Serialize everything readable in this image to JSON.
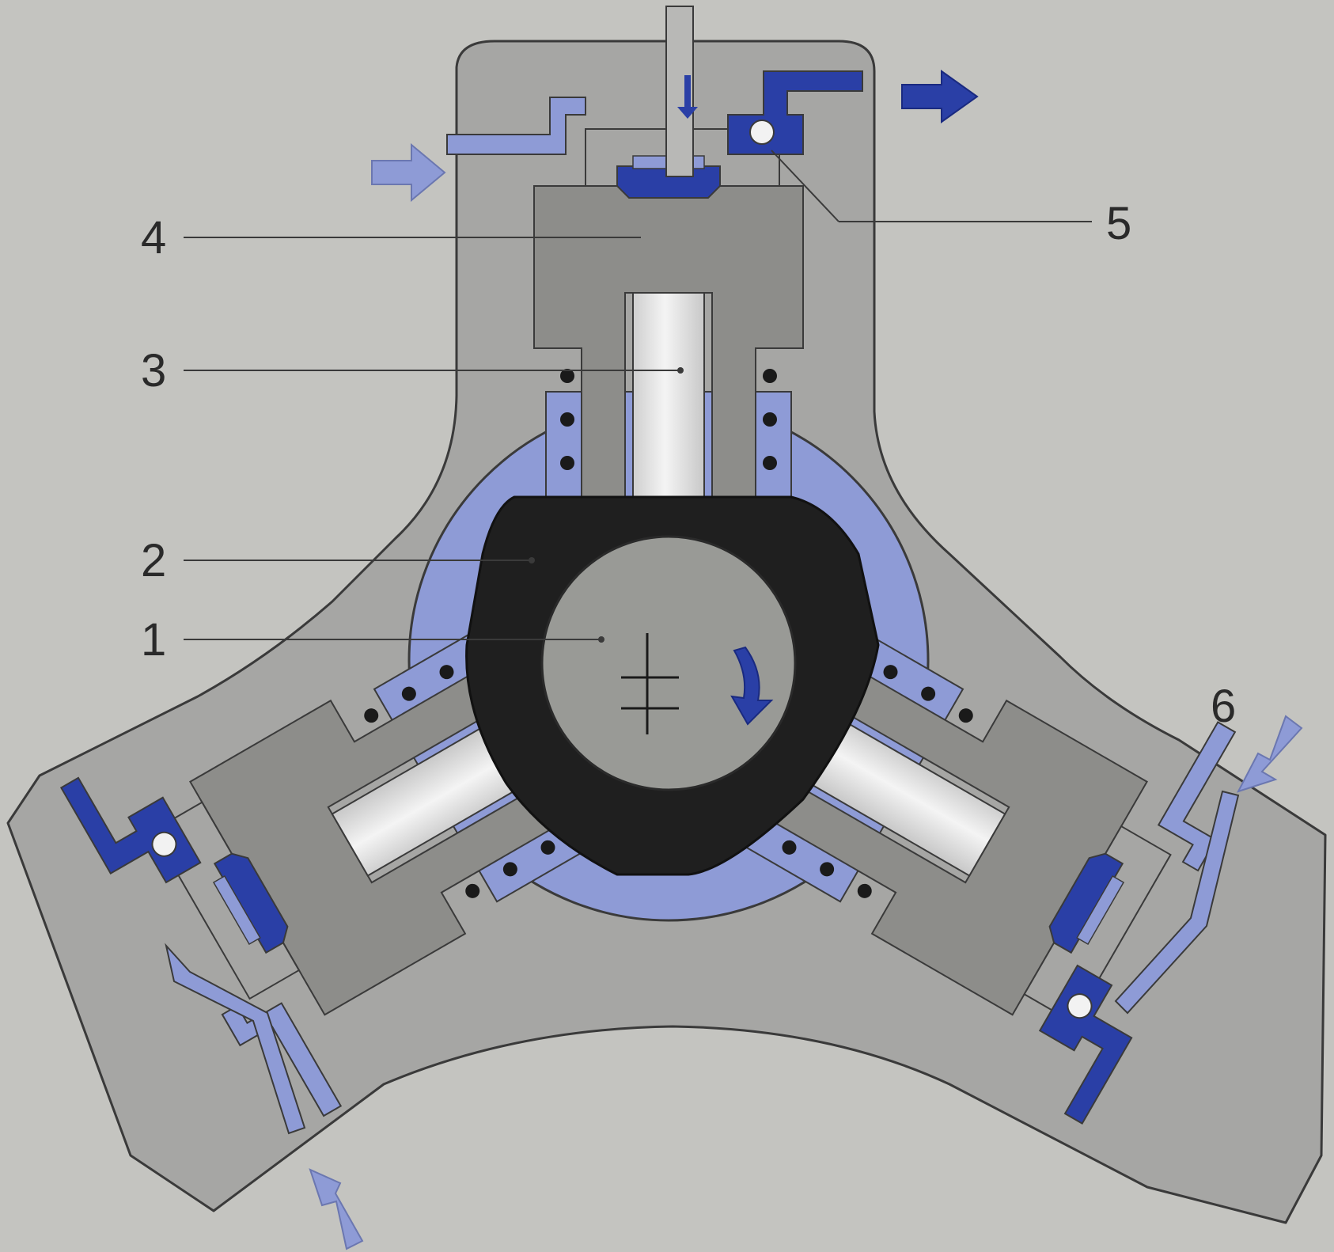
{
  "colors": {
    "paper": "#c4c4c0",
    "housing": "#a6a6a4",
    "housing_outline": "#3a3a3a",
    "insert": "#8d8d8a",
    "chamber_fluid": "#8e9bd6",
    "low_pressure_arrow": "#8e9bd6",
    "high_pressure": "#2a3fa6",
    "cam_ring": "#1f1f1f",
    "shaft": "#999a96",
    "piston": "#e4e4e4",
    "spring_coil": "#1a1a1a",
    "leader_line": "#3a3a3a"
  },
  "labels": {
    "l1": "1",
    "l2": "2",
    "l3": "3",
    "l4": "4",
    "l5": "5",
    "l6": "6"
  },
  "icons": {
    "rotation": "curved-rotation-arrow-icon",
    "inlet": "inlet-arrow-icon",
    "outlet": "outlet-arrow-icon",
    "shaft_center": "center-cross-icon"
  }
}
